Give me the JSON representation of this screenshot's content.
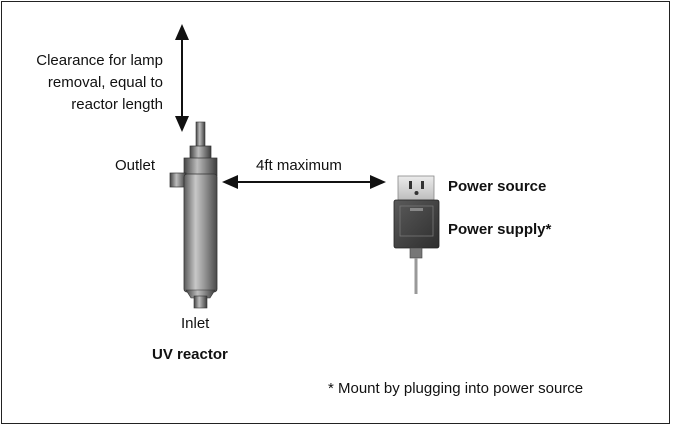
{
  "clearance": {
    "line1": "Clearance for lamp",
    "line2": "removal, equal to",
    "line3": "reactor length"
  },
  "labels": {
    "outlet": "Outlet",
    "inlet": "Inlet",
    "uv_reactor": "UV reactor",
    "distance": "4ft maximum",
    "power_source": "Power source",
    "power_supply": "Power supply*",
    "footnote": "* Mount by plugging into power source"
  }
}
